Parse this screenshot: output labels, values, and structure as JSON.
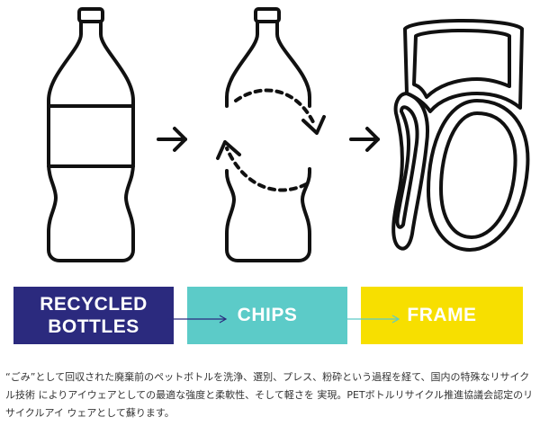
{
  "boxes": {
    "bottles": {
      "label": "RECYCLED\nBOTTLES",
      "color": "#2b2a7e"
    },
    "chips": {
      "label": "CHIPS",
      "color": "#5ccbc8"
    },
    "frame": {
      "label": "FRAME",
      "color": "#f7df00"
    }
  },
  "icons": [
    "bottle-icon",
    "arrow-right-icon",
    "split-bottle-icon",
    "recycle-arrows-icon",
    "glasses-icon"
  ],
  "colors": {
    "line": "#111111",
    "connector": "#2b2a7e",
    "connector_light": "#5ccbc8"
  },
  "caption": "“ごみ”として回収された廃棄前のペットボトルを洗浄、選別、プレス、粉砕という過程を経て、国内の特殊なリサイクル技術 によりアイウェアとしての最適な強度と柔軟性、そして軽さを 実現。PETボトルリサイクル推進協議会認定のリサイクルアイ ウェアとして蘇ります。"
}
